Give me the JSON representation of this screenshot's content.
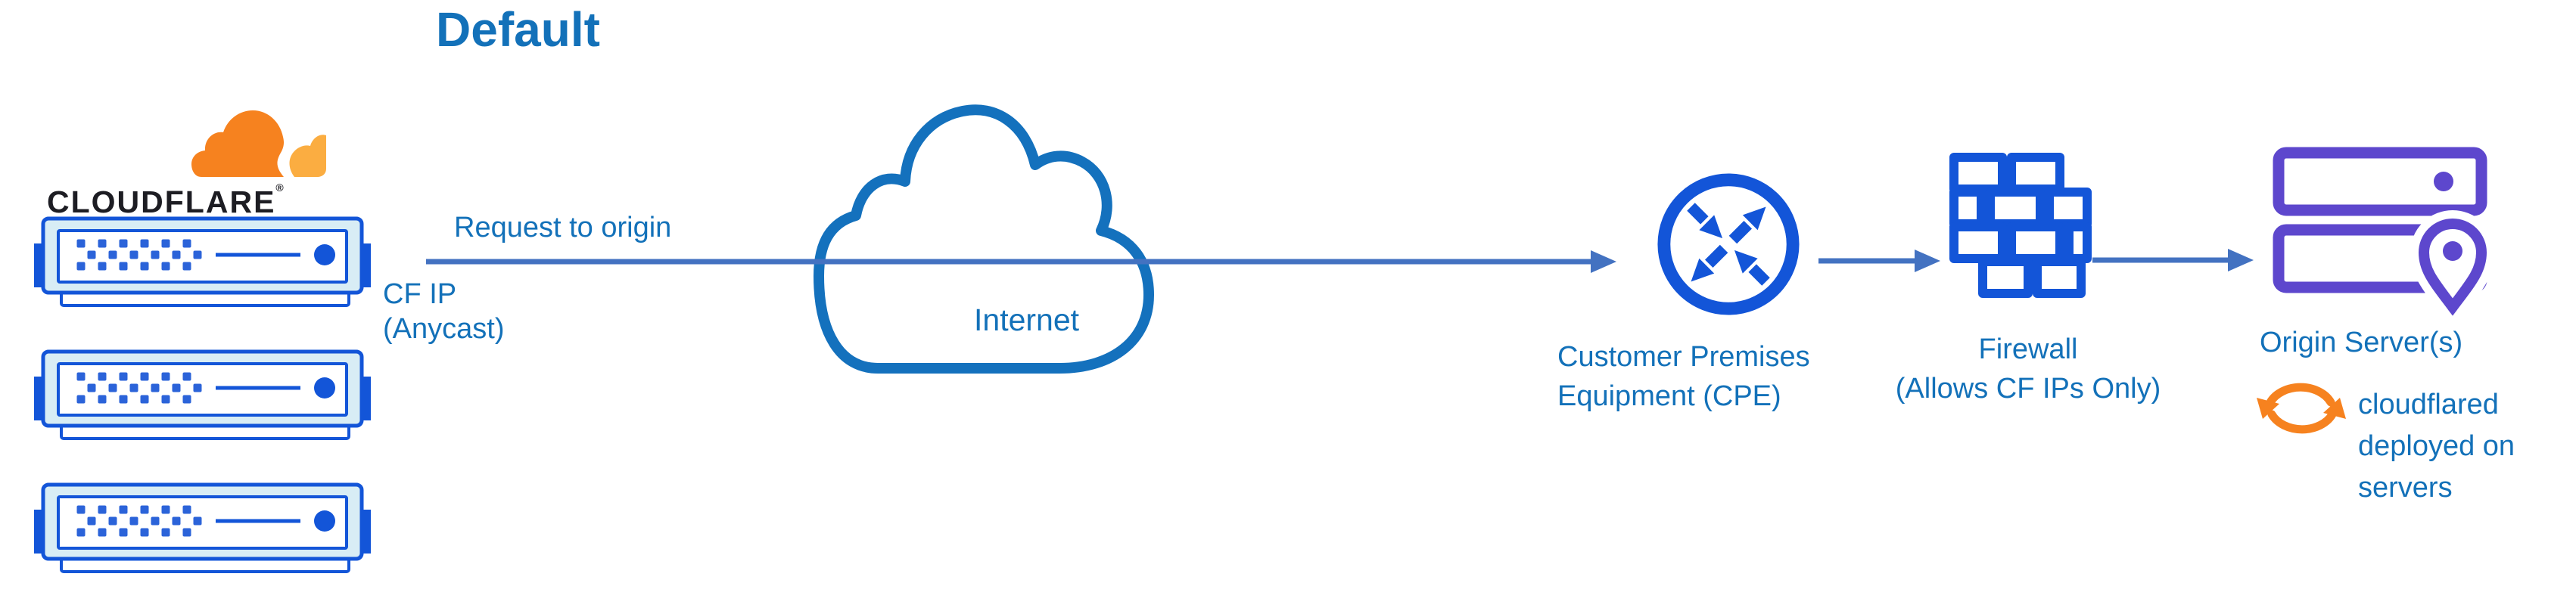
{
  "diagram_title": "Default",
  "brand": {
    "wordmark": "CLOUDFLARE",
    "registered_mark": "®"
  },
  "labels": {
    "request_to_origin": "Request to origin",
    "cf_ip": [
      "CF IP",
      "(Anycast)"
    ],
    "internet": "Internet",
    "cpe": [
      "Customer Premises",
      "Equipment (CPE)"
    ],
    "firewall": [
      "Firewall",
      "(Allows CF IPs Only)"
    ],
    "origin_servers": "Origin Server(s)",
    "cloudflared": [
      "cloudflared",
      "deployed on",
      "servers"
    ]
  },
  "icons": {
    "cloudflare_logo": "cloudflare-cloud-logo",
    "edge_servers": "cloudflare-server-stack-x3",
    "internet": "internet-cloud-outline",
    "cpe": "router-circle-with-arrows",
    "firewall": "brick-wall",
    "origin": "servers-with-location-pin",
    "cloudflared": "sync-arrows"
  },
  "flow": [
    "Cloudflare edge",
    "Internet",
    "Customer Premises Equipment (CPE)",
    "Firewall",
    "Origin Server(s)"
  ],
  "colors": {
    "text_blue": "#1371b9",
    "line_blue": "#4372c1",
    "icon_blue": "#1355d8",
    "cloud_blue": "#1471bd",
    "purple": "#5d47cd",
    "orange": "#f6821f",
    "orange_light": "#fbad41",
    "wordmark_dark": "#1d1d23",
    "server_bezel": "#d8edf5",
    "dot_blue": "#2b63d9"
  }
}
